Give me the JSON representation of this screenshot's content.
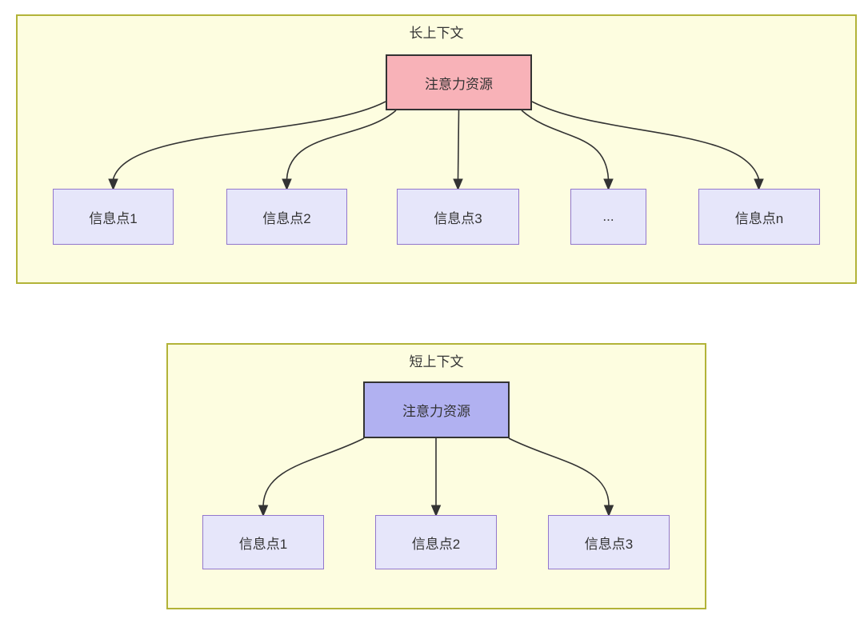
{
  "diagram": {
    "long_context": {
      "title": "长上下文",
      "attention_box_label": "注意力资源",
      "info_boxes": [
        "信息点1",
        "信息点2",
        "信息点3",
        "...",
        "信息点n"
      ]
    },
    "short_context": {
      "title": "短上下文",
      "attention_box_label": "注意力资源",
      "info_boxes": [
        "信息点1",
        "信息点2",
        "信息点3"
      ]
    },
    "colors": {
      "container_fill": "#fdfde0",
      "container_border": "#b2b338",
      "attention_long_fill": "#f8b2b8",
      "attention_short_fill": "#b1b1f1",
      "attention_border": "#333333",
      "info_fill": "#e6e6fa",
      "info_border": "#9277cd",
      "arrow_color": "#333333",
      "text_color": "#333333"
    }
  }
}
